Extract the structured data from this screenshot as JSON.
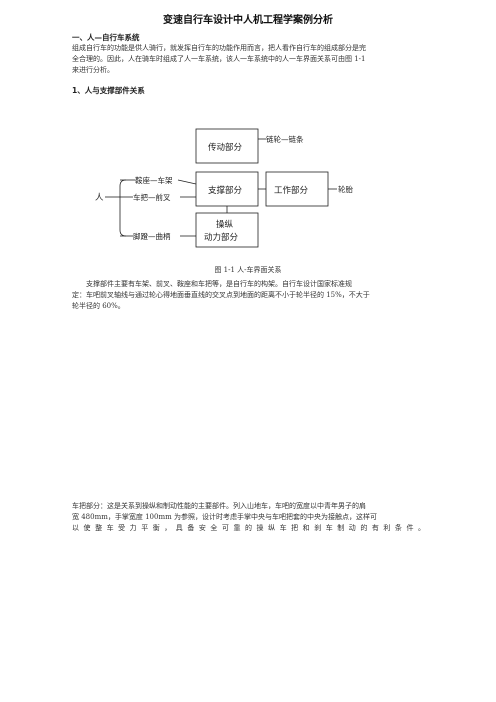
{
  "doc": {
    "title": "变速自行车设计中人机工程学案例分析",
    "section1_heading": "一、人—自行车系统",
    "section1_para_line1": "组成自行车的功能是供人骑行，就发挥自行车的功能作用而言，把人看作自行车的组成部分是完",
    "section1_para_line2": "全合理的。因此，人在骑车时组成了人一车系统，该人一车系统中的人一车界面关系可由图 1-1",
    "section1_para_line3": "来进行分析。",
    "subsection_heading": "1、人与支撑部件关系",
    "figure": {
      "person": "人",
      "branch_top": "鞍座—车架",
      "branch_mid": "车把—前叉",
      "branch_bottom": "脚蹬—曲柄",
      "box_transmission": "传动部分",
      "box_support": "支撑部分",
      "box_work": "工作部分",
      "box_power_line1": "操纵",
      "box_power_line2": "动力部分",
      "label_chain": "链轮—链条",
      "label_tire": "轮胎",
      "caption": "图 1-1  人-车界面关系"
    },
    "para2_line1": "支撑部件主要有车架、前叉、鞍座和车把等，是自行车的构架。自行车设计国家标准规",
    "para2_line2": "定：车吧前叉轴线与通过轮心得地面垂直线的交叉点到地面的距离不小于轮半径的 15%，不大于",
    "para2_line3": "轮半径的 60%。",
    "para3_line1": "车把部分：这是关系到操纵和制动性能的主要部件。列入山地车，车吧的宽度以中青年男子的肩",
    "para3_line2": "宽 480mm，手掌宽度 100mm 为参照，设计时考虑手掌中央与车吧把套的中央为接触点，这样可",
    "para3_line3": "以使整车受力平衡，具备安全可靠的操纵车把和刹车制动的有利条件。"
  }
}
